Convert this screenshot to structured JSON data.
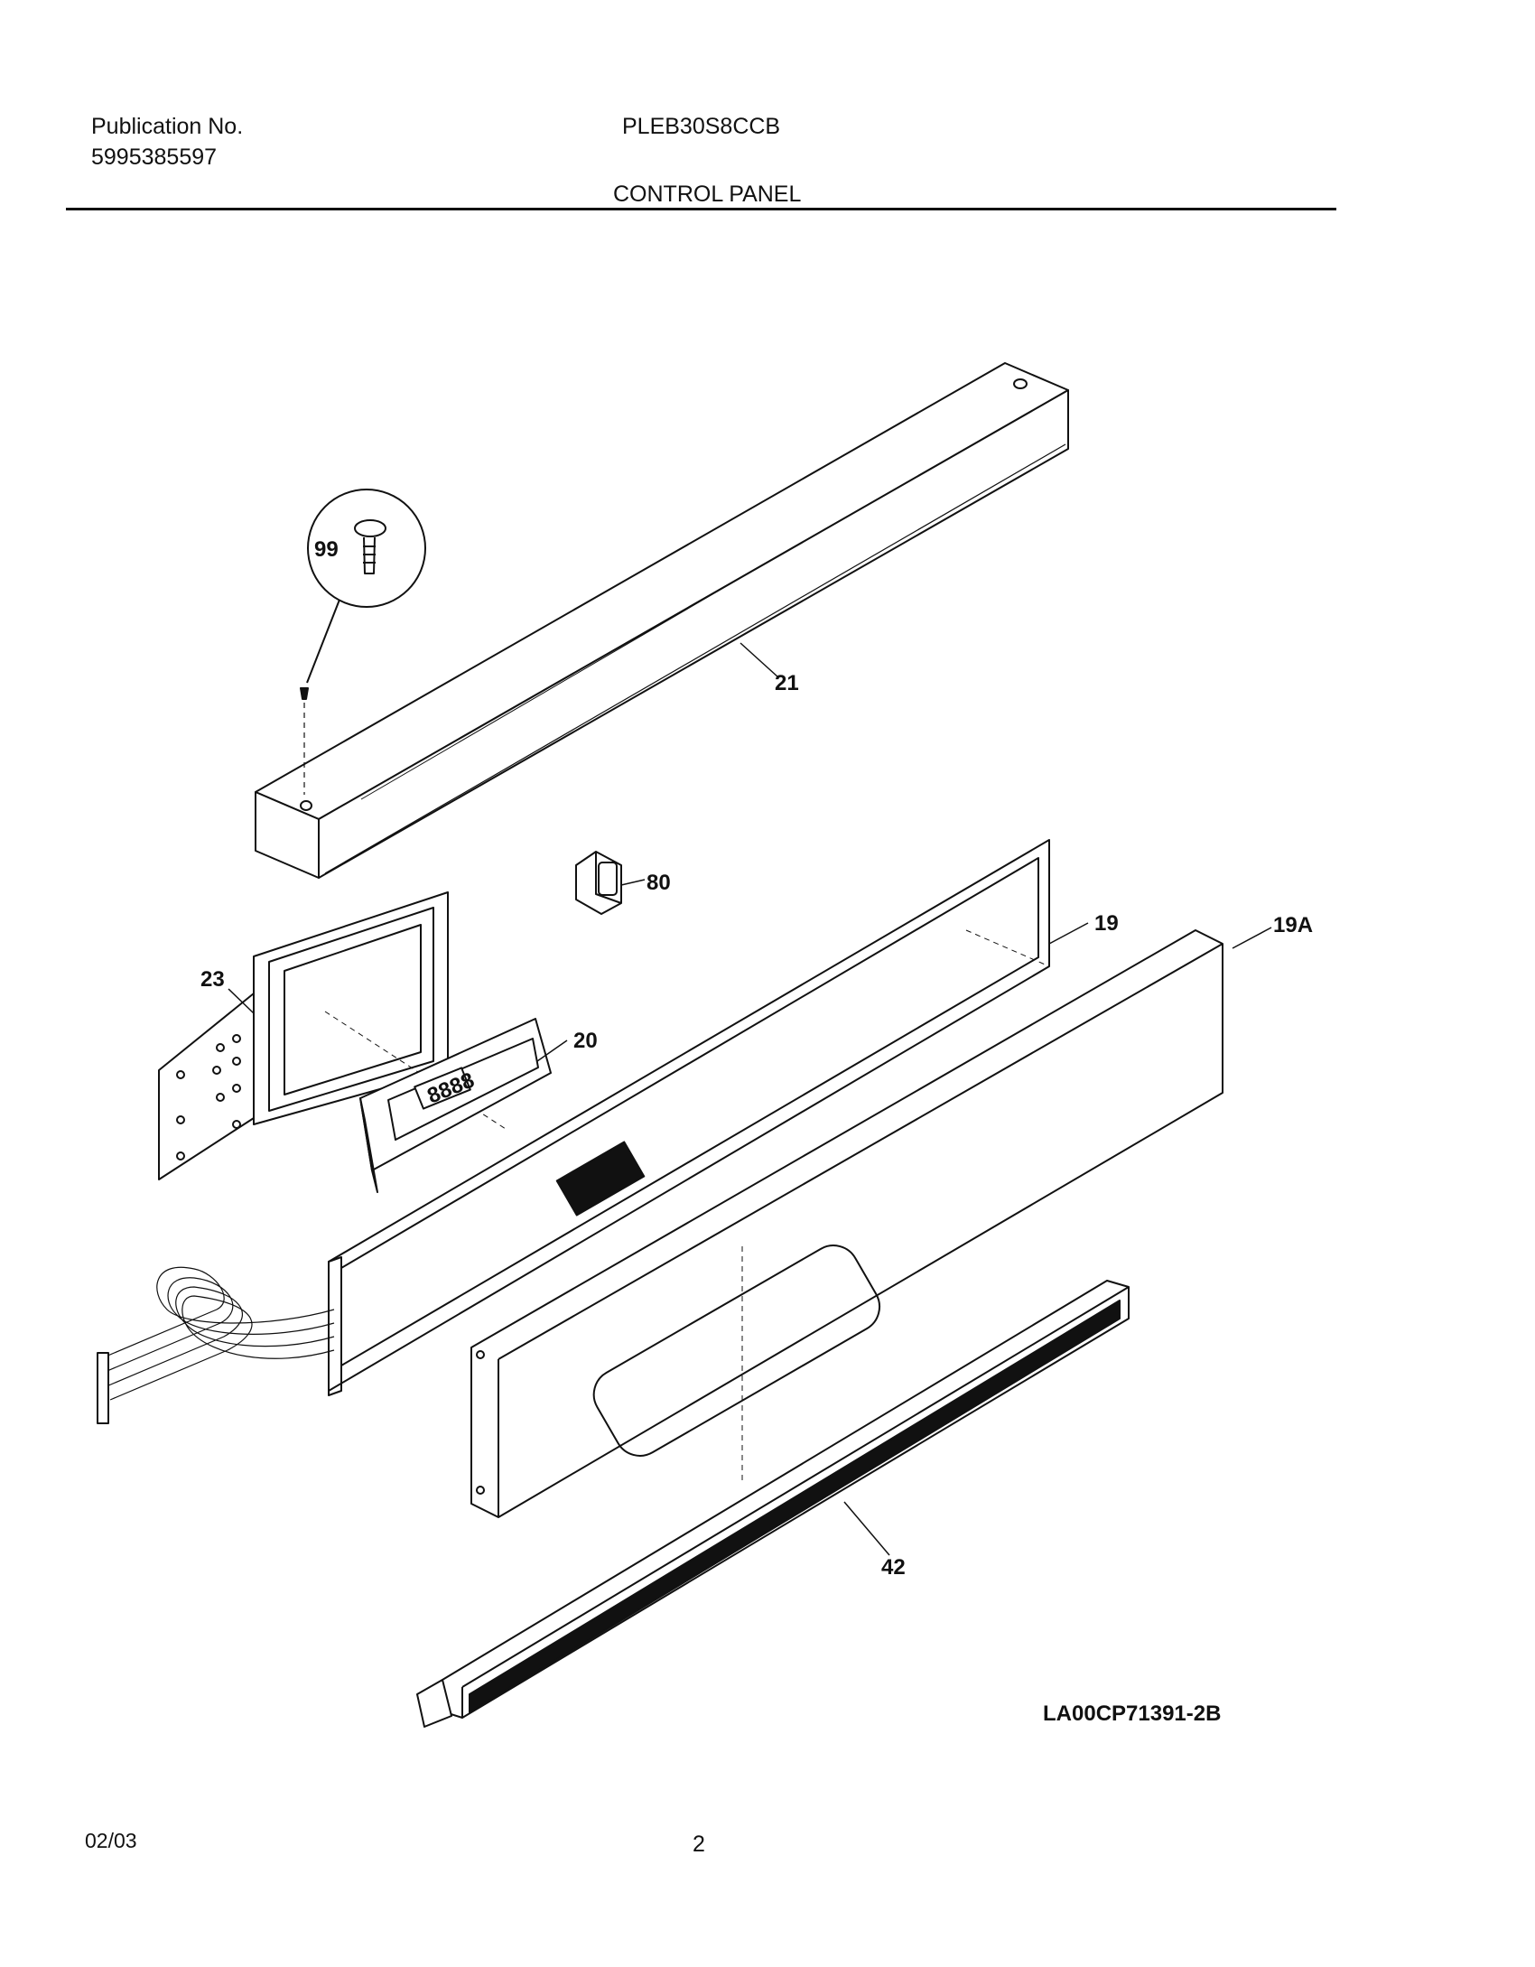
{
  "header": {
    "publication_label": "Publication No.",
    "publication_number": "5995385597",
    "model": "PLEB30S8CCB",
    "section_title": "CONTROL PANEL"
  },
  "callouts": {
    "screw": "99",
    "top_trim": "21",
    "switch": "80",
    "bracket": "23",
    "control_board": "20",
    "panel_19": "19",
    "panel_19a": "19A",
    "vent": "42"
  },
  "diagram_id": "LA00CP71391-2B",
  "footer": {
    "date": "02/03",
    "page": "2"
  },
  "colors": {
    "line": "#111111",
    "background": "#ffffff"
  }
}
